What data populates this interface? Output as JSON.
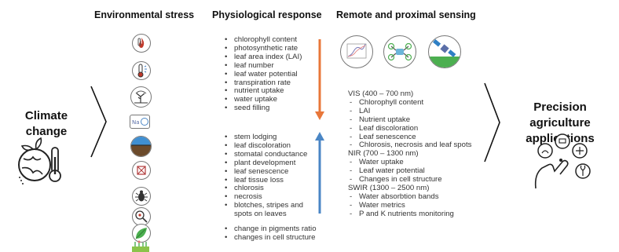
{
  "headers": {
    "environmental_stress": "Environmental stress",
    "physiological_response": "Physiological response",
    "remote_sensing": "Remote and proximal sensing"
  },
  "left_label": "Climate change",
  "right_label": {
    "line1": "Precision agriculture",
    "line2": "applications"
  },
  "physiological_group1": [
    "chlorophyll content",
    "photosynthetic rate",
    "leaf area index (LAI)",
    "leaf number",
    "leaf water potential",
    "transpiration rate",
    "nutrient uptake",
    "water uptake",
    "seed filling"
  ],
  "physiological_group2": [
    "stem lodging",
    "leaf discoloration",
    "stomatal conductance",
    "plant development",
    "leaf senescence",
    "leaf tissue loss",
    "chlorosis",
    "necrosis",
    "blotches, stripes and",
    "spots on leaves"
  ],
  "physiological_group3": [
    "change in pigments ratio",
    "changes in cell structure"
  ],
  "sensing": {
    "vis": {
      "range": "VIS (400 – 700 nm)",
      "items": [
        "Chlorophyll content",
        "LAI",
        "Nutrient uptake",
        "Leaf discoloration",
        "Leaf senescence",
        "Chlorosis, necrosis and leaf spots"
      ]
    },
    "nir": {
      "range": "NIR (700 – 1300 nm)",
      "items": [
        "Water uptake",
        "Leaf water potential",
        "Changes in cell structure"
      ]
    },
    "swir": {
      "range": "SWIR (1300 – 2500 nm)",
      "items": [
        "Water absorbtion bands",
        "Water metrics",
        "P and K nutrients monitoring"
      ]
    }
  },
  "colors": {
    "arrow_down": "#e8773a",
    "arrow_up": "#4a86c5"
  }
}
